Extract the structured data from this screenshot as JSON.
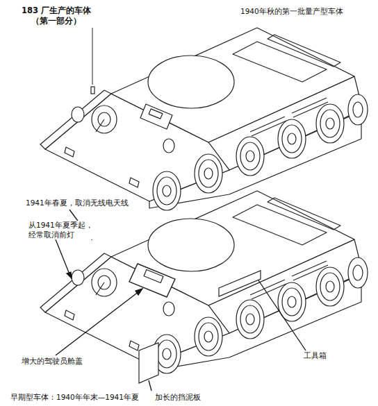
{
  "diagram": {
    "title": "183 厂生产的车体 （第一部分）",
    "labels": [
      "1940年秋的第一批量产型车体",
      "1941年春夏，取消无线电天线",
      "从1941年夏季起， 经常取消前灯",
      "增大的驾驶员舱盖",
      "工具箱",
      "早期型车体：1940年年末—1941年夏",
      "加长的挡泥板"
    ]
  }
}
